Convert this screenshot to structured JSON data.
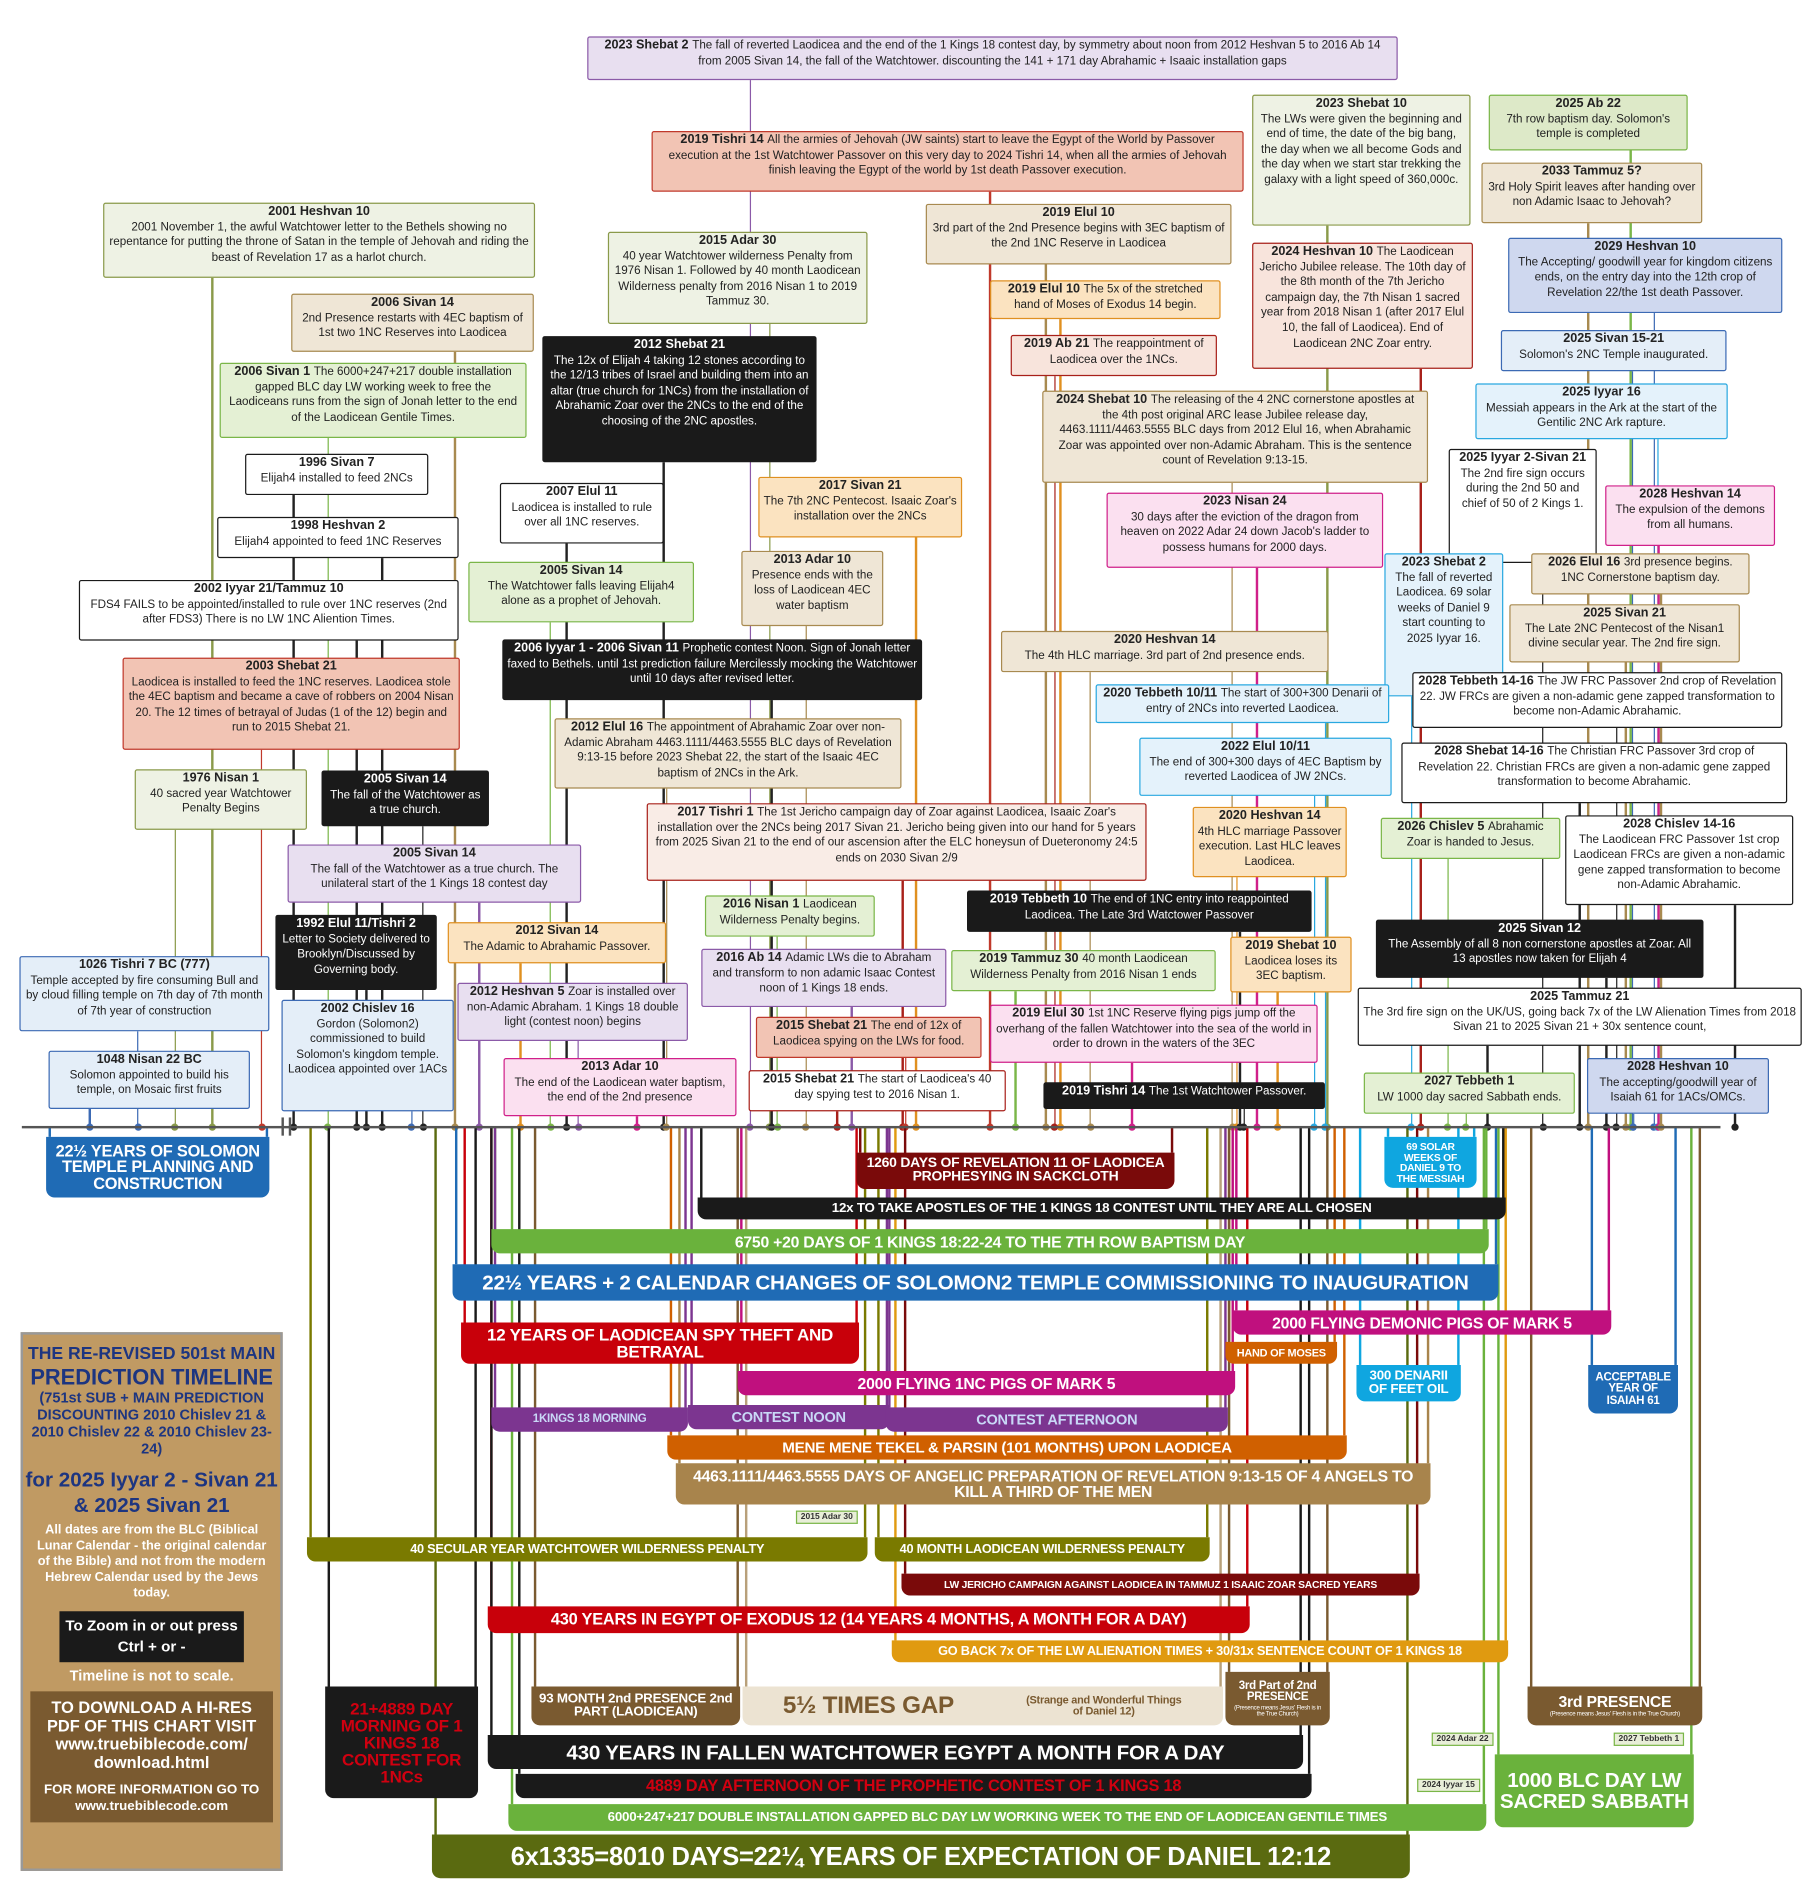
{
  "callouts": [
    {
      "date": "2023 Shebat 2",
      "text": "The fall of reverted Laodicea and the end of the 1 Kings 18 contest day, by symmetry about noon from 2012 Heshvan 5 to 2016 Ab 14 from 2005 Sivan 14, the fall of the Watchtower. discounting the 141 + 171 day Abrahamic + Isaaic installation gaps"
    },
    {
      "date": "2019 Tishri 14",
      "text": "All the armies of Jehovah (JW saints) start to leave the Egypt of the World by Passover execution at the 1st Watchtower Passover on this very day to 2024 Tishri 14, when all the armies of Jehovah finish leaving the Egypt of the world by 1st death Passover execution."
    },
    {
      "date": "2023 Shebat 10",
      "text": "The LWs were given the beginning and end of time, the date of the big bang, the day when we all become Gods and the day when we start star trekking the galaxy with a light speed of 360,000c."
    },
    {
      "date": "2025 Ab 22",
      "text": "7th row baptism day. Solomon's temple is completed"
    },
    {
      "date": "2033 Tammuz 5?",
      "text": "3rd Holy Spirit leaves after handing over non Adamic Isaac to Jehovah?"
    },
    {
      "date": "2001 Heshvan 10",
      "text": "2001 November 1, the awful Watchtower letter to the Bethels showing no repentance for putting the throne of Satan in the temple of Jehovah and riding the beast of Revelation 17 as a harlot church."
    },
    {
      "date": "2015 Adar 30",
      "text": "40 year Watchtower wilderness Penalty from 1976 Nisan 1. Followed by 40 month Laodicean Wilderness penalty from 2016 Nisan 1 to 2019 Tammuz 30."
    },
    {
      "date": "2019 Elul 10",
      "text": "3rd part of the 2nd Presence begins with 3EC baptism of the 2nd 1NC Reserve in Laodicea"
    },
    {
      "date": "2024 Heshvan 10",
      "text": "The Laodicean Jericho Jubilee release. The 10th day of the 8th month of the 7th Jericho campaign day, the 7th Nisan 1 sacred year from 2018 Nisan 1 (after 2017 Elul 10, the fall of Laodicea). End of Laodicean 2NC Zoar entry."
    },
    {
      "date": "2029 Heshvan 10",
      "text": "The Accepting/ goodwill year for kingdom citizens ends, on the entry day into the 12th crop of Revelation 22/the 1st death Passover."
    },
    {
      "date": "2019 Elul 10",
      "text": "The 5x of the stretched hand of Moses of Exodus 14 begin."
    },
    {
      "date": "2006 Sivan 14",
      "text": "2nd Presence restarts with 4EC baptism of 1st two 1NC Reserves into Laodicea"
    },
    {
      "date": "2012 Shebat 21",
      "text": "The 12x of Elijah 4 taking 12 stones according to the 12/13 tribes of Israel and building them into an altar (true church for 1NCs) from the installation of Abrahamic Zoar over the 2NCs to the end of the choosing of the 2NC apostles."
    },
    {
      "date": "2019 Ab 21",
      "text": "The reappointment of Laodicea over the 1NCs."
    },
    {
      "date": "2025 Sivan 15-21",
      "text": "Solomon's 2NC Temple inaugurated."
    },
    {
      "date": "2006 Sivan 1",
      "text": "The 6000+247+217 double installation gapped BLC day LW working week to free the Laodiceans runs from the sign of Jonah letter to the end of the Laodicean Gentile Times."
    },
    {
      "date": "2025 Iyyar 16",
      "text": "Messiah appears in the Ark at the start of the Gentilic 2NC Ark rapture."
    },
    {
      "date": "2024 Shebat 10",
      "text": "The releasing of the 4 2NC cornerstone apostles at the 4th post original ARC lease Jubilee release day, 4463.1111/4463.5555 BLC days from 2012 Elul 16, when Abrahamic Zoar was appointed over non-Adamic Abraham. This is the sentence count of Revelation 9:13-15."
    },
    {
      "date": "1996 Sivan 7",
      "text": "Elijah4 installed to feed 2NCs"
    },
    {
      "date": "2025 Iyyar 2-Sivan 21",
      "text": "The 2nd fire sign occurs during the 2nd 50 and chief of 50 of 2 Kings 1."
    },
    {
      "date": "2007 Elul 11",
      "text": "Laodicea is installed to rule over all 1NC reserves."
    },
    {
      "date": "2017 Sivan 21",
      "text": "The 7th 2NC Pentecost. Isaaic Zoar's installation over the 2NCs"
    },
    {
      "date": "2023 Nisan 24",
      "text": "30 days after the eviction of the dragon from heaven on 2022 Adar 24 down Jacob's ladder to possess humans for 2000 days."
    },
    {
      "date": "2028 Heshvan 14",
      "text": "The expulsion of the demons from all humans."
    },
    {
      "date": "1998 Heshvan 2",
      "text": "Elijah4 appointed to feed 1NC Reserves"
    },
    {
      "date": "2013 Adar 10",
      "text": "Presence ends with the loss of Laodicean 4EC water baptism"
    },
    {
      "date": "2023 Shebat 2",
      "text": "The fall of reverted Laodicea. 69 solar weeks of Daniel 9 start counting to 2025 Iyyar 16."
    },
    {
      "date": "2026 Elul 16",
      "text": "3rd presence begins. 1NC Cornerstone baptism day."
    },
    {
      "date": "2005 Sivan 14",
      "text": "The Watchtower falls leaving Elijah4 alone as a prophet of Jehovah."
    },
    {
      "date": "2002 Iyyar 21/Tammuz 10",
      "text": "FDS4 FAILS to be appointed/installed to rule over 1NC reserves (2nd after FDS3) There is no LW 1NC Aliention Times."
    },
    {
      "date": "2025 Sivan 21",
      "text": "The Late 2NC Pentecost of the Nisan1 divine secular year. The 2nd fire sign."
    },
    {
      "date": "2020 Heshvan 14",
      "text": "The 4th HLC marriage. 3rd part of 2nd presence ends."
    },
    {
      "date": "2006 Iyyar 1 - 2006 Sivan 11",
      "text": "Prophetic contest Noon. Sign of Jonah letter faxed to Bethels. until 1st prediction failure Mercilessly mocking the Watchtower until 10 days after revised letter."
    },
    {
      "date": "2003 Shebat 21",
      "text": "Laodicea is installed to feed the 1NC reserves. Laodicea stole the 4EC baptism and became a cave of robbers on 2004 Nisan 20. The 12 times of betrayal of Judas (1 of the 12) begin and run to 2015 Shebat 21."
    },
    {
      "date": "2020 Tebbeth 10/11",
      "text": "The start of 300+300 Denarii of entry of 2NCs into reverted Laodicea."
    },
    {
      "date": "2028 Tebbeth 14-16",
      "text": "The JW FRC Passover 2nd crop of Revelation 22. JW FRCs are given a non-adamic gene zapped transformation to become non-Adamic Abrahamic."
    },
    {
      "date": "2012 Elul 16",
      "text": "The appointment of Abrahamic Zoar over non-Adamic Abraham 4463.1111/4463.5555 BLC days of Revelation 9:13-15 before 2023 Shebat 22, the start of the Isaaic 4EC baptism of 2NCs in the Ark."
    },
    {
      "date": "2022 Elul 10/11",
      "text": "The end of 300+300 days of 4EC Baptism by reverted Laodicea of JW 2NCs."
    },
    {
      "date": "2028 Shebat 14-16",
      "text": "The Christian FRC Passover 3rd crop of Revelation 22. Christian FRCs are given a non-adamic gene zapped transformation to become Abrahamic."
    },
    {
      "date": "1976 Nisan 1",
      "text": "40 sacred year Watchtower Penalty Begins"
    },
    {
      "date": "2005 Sivan 14",
      "text": "The fall of the Watchtower as a true church."
    },
    {
      "date": "2026 Chislev 5",
      "text": "Abrahamic Zoar is handed to Jesus."
    },
    {
      "date": "2028 Chislev 14-16",
      "text": "The Laodicean FRC Passover 1st crop Laodicean FRCs are given a non-adamic gene zapped transformation to become non-Adamic Abrahamic."
    },
    {
      "date": "2017 Tishri 1",
      "text": "The 1st Jericho campaign day of Zoar against Laodicea, Isaaic Zoar's installation over the 2NCs being 2017 Sivan 21. Jericho being given into our hand for 5 years from 2025 Sivan 21 to the end of our ascension after the ELC honeysun of Dueteronomy 24:5 ends on 2030 Sivan 2/9"
    },
    {
      "date": "2020 Heshvan 14",
      "text": "4th HLC marriage Passover execution. Last HLC leaves Laodicea."
    },
    {
      "date": "2005 Sivan 14",
      "text": "The fall of the Watchtower as a true church. The unilateral start of the 1 Kings 18 contest day"
    },
    {
      "date": "2016 Nisan 1",
      "text": "Laodicean Wilderness Penalty begins."
    },
    {
      "date": "2019 Tebbeth 10",
      "text": "The end of 1NC entry into reappointed Laodicea. The Late 3rd Watctower Passover"
    },
    {
      "date": "1992 Elul 11/Tishri 2",
      "text": "Letter to Society delivered to Brooklyn/Discussed by Governing body."
    },
    {
      "date": "2012 Sivan 14",
      "text": "The Adamic to Abrahamic Passover."
    },
    {
      "date": "2025 Sivan 12",
      "text": "The Assembly of all 8 non cornerstone apostles at Zoar. All 13 apostles now taken for Elijah 4"
    },
    {
      "date": "1026 Tishri 7 BC (777)",
      "text": "Temple accepted by fire consuming Bull and by cloud filling temple on 7th day of 7th month of 7th year of construction"
    },
    {
      "date": "2019 Tammuz 30",
      "text": "40 month Laodicean Wilderness Penalty from 2016 Nisan 1 ends"
    },
    {
      "date": "2016 Ab 14",
      "text": "Adamic LWs die to Abraham and transform to non adamic Isaac Contest noon of 1 Kings 18 ends."
    },
    {
      "date": "2019 Shebat 10",
      "text": "Laodicea loses its 3EC baptism."
    },
    {
      "date": "2002 Chislev 16",
      "text": "Gordon (Solomon2) commissioned to build Solomon's kingdom temple. Laodicea appointed over 1ACs"
    },
    {
      "date": "2012 Heshvan 5",
      "text": "Zoar is installed over non-Adamic Abraham. 1 Kings 18 double light (contest noon) begins"
    },
    {
      "date": "2025 Tammuz 21",
      "text": "The 3rd fire sign on the UK/US, going back 7x of the LW Alienation Times from 2018 Sivan 21 to 2025 Sivan 21 + 30x sentence count,"
    },
    {
      "date": "2015 Shebat 21",
      "text": "The end of 12x of Laodicea spying on the LWs for food."
    },
    {
      "date": "2019 Elul 30",
      "text": "1st 1NC Reserve flying pigs jump off the overhang of the fallen Watchtower into the sea of the world in order to drown in the waters of the 3EC"
    },
    {
      "date": "1048 Nisan 22 BC",
      "text": "Solomon appointed to build his temple, on Mosaic first fruits"
    },
    {
      "date": "2013 Adar 10",
      "text": "The end of the Laodicean water baptism, the end of the 2nd presence"
    },
    {
      "date": "2015 Shebat 21",
      "text": "The start of Laodicea's 40 day spying test to 2016 Nisan 1."
    },
    {
      "date": "2019 Tishri 14",
      "text": "The 1st Watchtower Passover."
    },
    {
      "date": "2027 Tebbeth 1",
      "text": "LW 1000 day sacred Sabbath ends."
    },
    {
      "date": "2028 Heshvan 10",
      "text": "The accepting/goodwill year of Isaiah 61 for 1ACs/OMCs."
    }
  ],
  "bars": [
    "22½ YEARS OF SOLOMON TEMPLE PLANNING AND CONSTRUCTION",
    "1260 DAYS OF REVELATION 11 OF LAODICEA PROPHESYING IN SACKCLOTH",
    "69 SOLAR WEEKS OF DANIEL 9 TO THE MESSIAH",
    "12x TO TAKE APOSTLES OF THE 1 KINGS 18 CONTEST UNTIL THEY ARE ALL CHOSEN",
    "6750 +20 DAYS OF 1 KINGS 18:22-24 TO THE 7TH ROW BAPTISM DAY",
    "22½ YEARS + 2 CALENDAR CHANGES OF SOLOMON2 TEMPLE COMMISSIONING TO INAUGURATION",
    "2000 FLYING DEMONIC PIGS OF MARK 5",
    "12 YEARS OF LAODICEAN SPY THEFT AND BETRAYAL",
    "HAND OF MOSES",
    "300 DENARII OF FEET OIL",
    "ACCEPTABLE YEAR OF ISAIAH 61",
    "2000 FLYING 1NC PIGS OF MARK 5",
    "1KINGS 18 MORNING",
    "CONTEST NOON",
    "CONTEST AFTERNOON",
    "MENE MENE TEKEL & PARSIN (101 MONTHS) UPON LAODICEA",
    "4463.1111/4463.5555 DAYS OF ANGELIC PREPARATION OF REVELATION 9:13-15 OF 4 ANGELS TO KILL A THIRD OF THE MEN",
    "40 SECULAR YEAR WATCHTOWER WILDERNESS PENALTY",
    "40 MONTH LAODICEAN WILDERNESS PENALTY",
    "LW JERICHO CAMPAIGN AGAINST LAODICEA IN TAMMUZ 1 ISAAIC ZOAR SACRED YEARS",
    "430 YEARS IN EGYPT OF EXODUS 12 (14 YEARS 4 MONTHS, A MONTH FOR A DAY)",
    "GO BACK 7x OF THE LW ALIENATION TIMES + 30/31x SENTENCE COUNT OF 1 KINGS 18",
    "21+4889 DAY MORNING OF 1 KINGS 18 CONTEST FOR 1NCs",
    "93 MONTH 2nd PRESENCE 2nd PART (LAODICEAN)",
    "5½ TIMES GAP",
    "3rd Part of 2nd PRESENCE",
    "3rd PRESENCE",
    "430 YEARS IN FALLEN WATCHTOWER EGYPT A MONTH FOR A DAY",
    "4889 DAY AFTERNOON OF THE PROPHETIC CONTEST OF 1 KINGS 18",
    "6000+247+217 DOUBLE INSTALLATION GAPPED BLC DAY LW WORKING WEEK TO THE END OF LAODICEAN GENTILE TIMES",
    "6x1335=8010 DAYS=22¼ YEARS OF EXPECTATION OF DANIEL 12:12",
    "1000 BLC DAY LW SACRED SABBATH"
  ],
  "bar_notes": {
    "gap_note": "(Strange and Wonderful Things of Daniel 12)",
    "presence_note": "(Presence means Jesus' Flesh is in the True Church)"
  },
  "tags": [
    "2015 Adar 30",
    "2024 Adar 22",
    "2027 Tebbeth 1",
    "2024 Iyyar 15"
  ],
  "side": {
    "title1": "THE RE-REVISED 501st MAIN",
    "title2": "PREDICTION TIMELINE",
    "subtitle": "(751st SUB + MAIN PREDICTION DISCOUNTING 2010 Chislev 21 & 2010 Chislev 22 & 2010 Chislev 23-24)",
    "for_dates": "for 2025 Iyyar 2 - Sivan 21 & 2025 Sivan 21",
    "calendar_note": "All dates are from the BLC (Biblical Lunar Calendar - the original calendar of the Bible) and not from the modern Hebrew Calendar used by the Jews today.",
    "zoom_hint": "To Zoom in or out press Ctrl + or -",
    "scale_note": "Timeline is not to scale.",
    "download": "TO DOWNLOAD A HI-RES PDF OF THIS CHART VISIT www.truebiblecode.com/ download.html",
    "more_info": "FOR MORE INFORMATION GO TO www.truebiblecode.com"
  }
}
